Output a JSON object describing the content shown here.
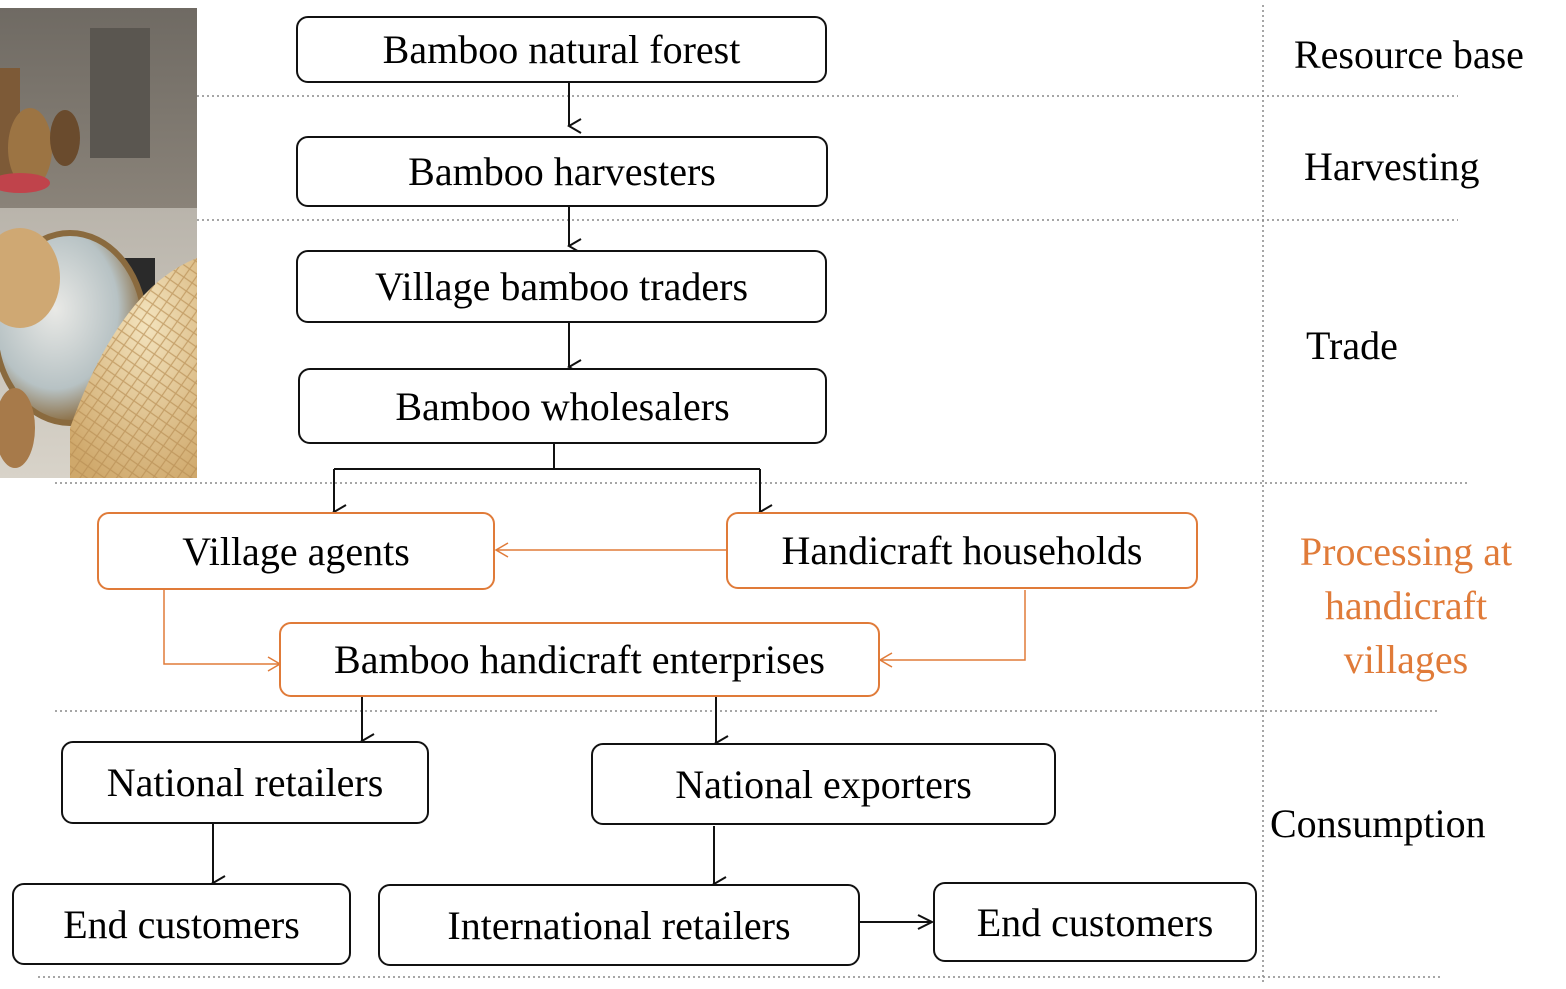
{
  "nodes": {
    "forest": "Bamboo natural forest",
    "harvesters": "Bamboo harvesters",
    "village_traders": "Village bamboo traders",
    "wholesalers": "Bamboo wholesalers",
    "village_agents": "Village agents",
    "households": "Handicraft households",
    "enterprises": "Bamboo handicraft enterprises",
    "national_retailers": "National retailers",
    "national_exporters": "National exporters",
    "end_customers_left": "End customers",
    "international_retailers": "International retailers",
    "end_customers_right": "End customers"
  },
  "stages": {
    "resource": "Resource base",
    "harvesting": "Harvesting",
    "trade": "Trade",
    "processing": [
      "Processing at",
      "handicraft",
      "villages"
    ],
    "consumption": "Consumption"
  },
  "colors": {
    "accent": "#e07b39",
    "line": "#111111",
    "separator": "#888888"
  },
  "photo": "bamboo-handicraft-products-photo"
}
